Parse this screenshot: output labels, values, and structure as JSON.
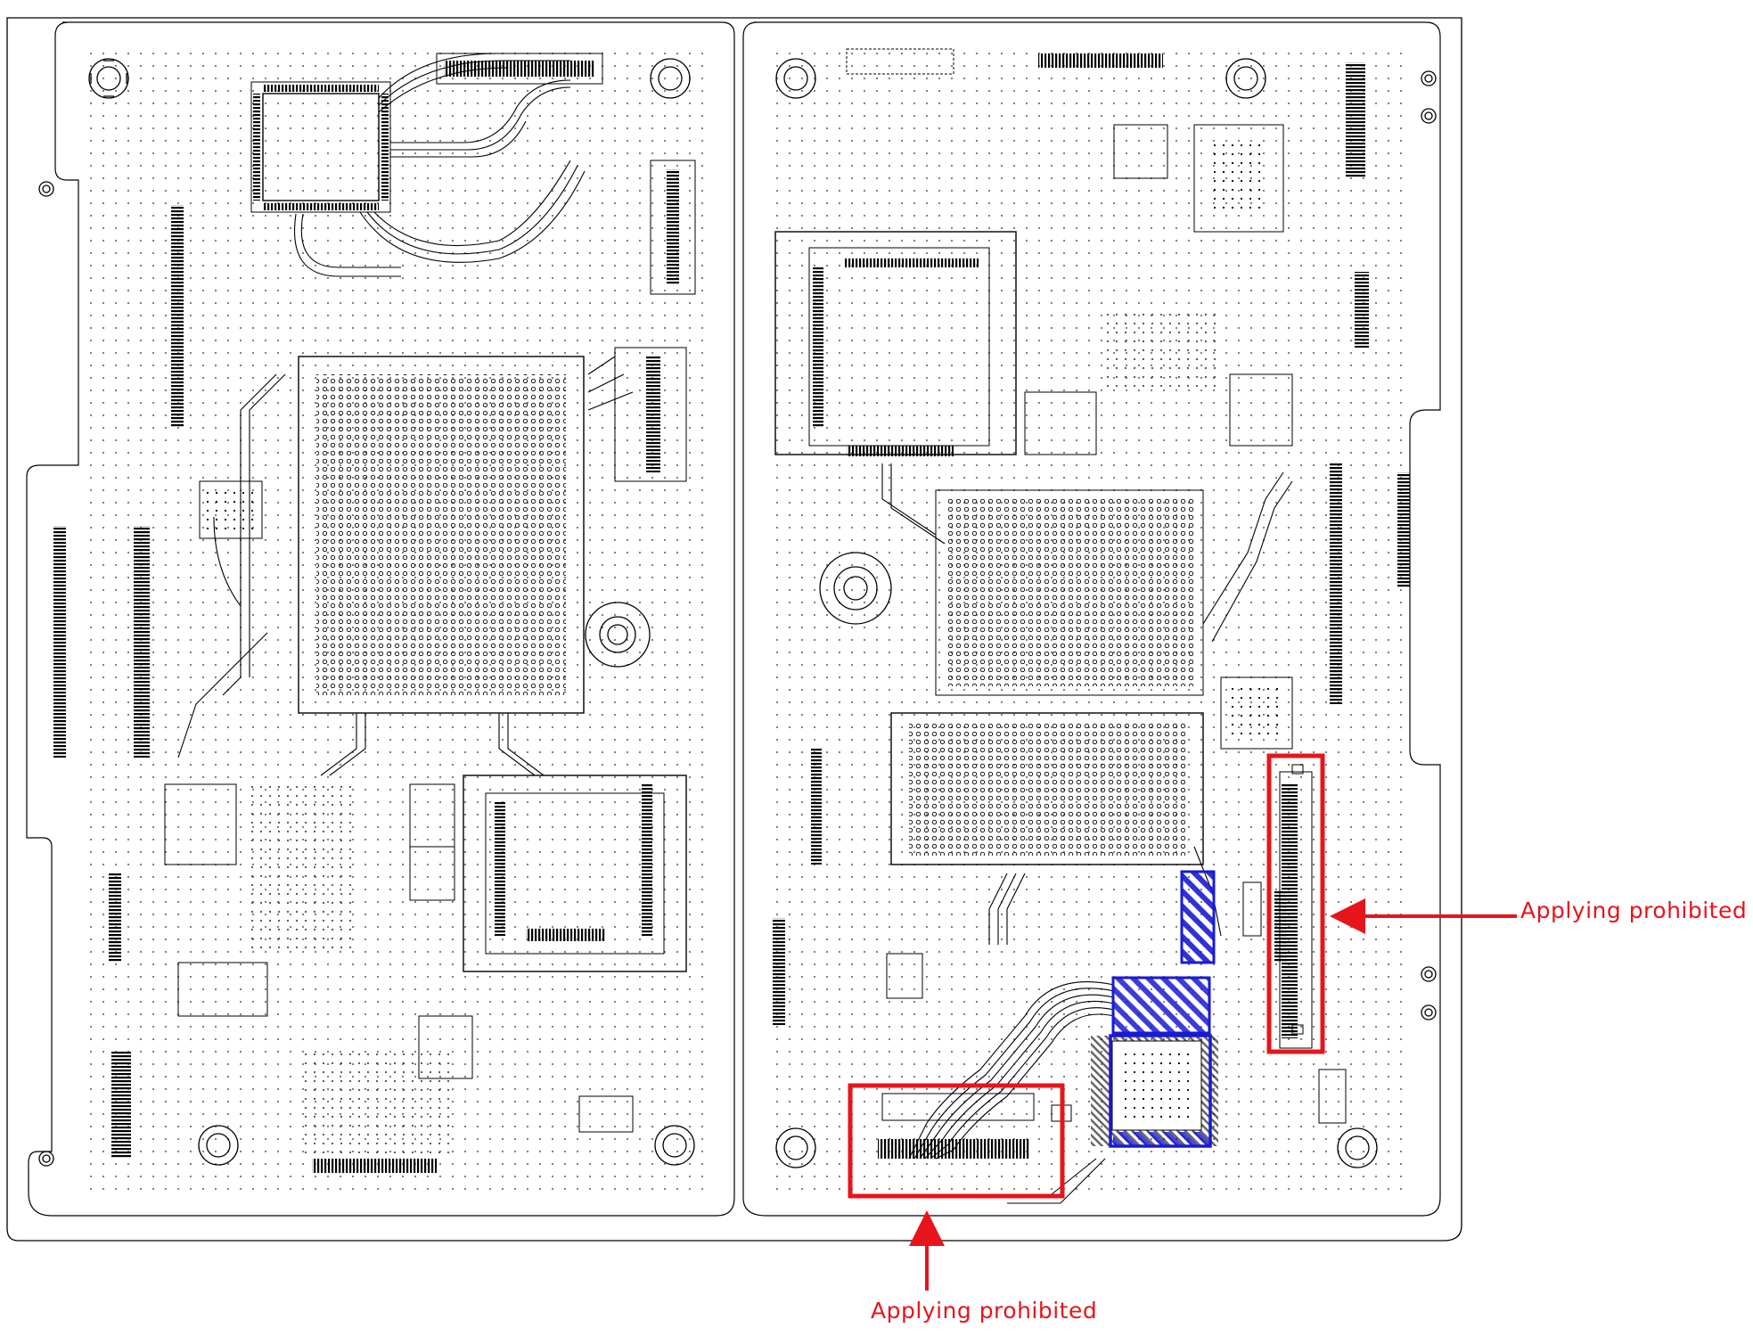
{
  "image": {
    "subject": "pcb-layout-drawing",
    "colors": {
      "background": "#ffffff",
      "drawing": "#000000",
      "prohibited": "#e8141b",
      "marked": "#1a1ad4"
    }
  },
  "annotations": {
    "callouts": [
      {
        "id": "right",
        "text": "Applying prohibited"
      },
      {
        "id": "bottom",
        "text": "Applying prohibited"
      }
    ],
    "regions": [
      {
        "id": "connector-right",
        "kind": "prohibited"
      },
      {
        "id": "connector-bottom",
        "kind": "prohibited"
      },
      {
        "id": "small-hatched",
        "kind": "marked"
      },
      {
        "id": "mid-hatched",
        "kind": "marked"
      },
      {
        "id": "chip-hatched",
        "kind": "marked"
      }
    ]
  }
}
